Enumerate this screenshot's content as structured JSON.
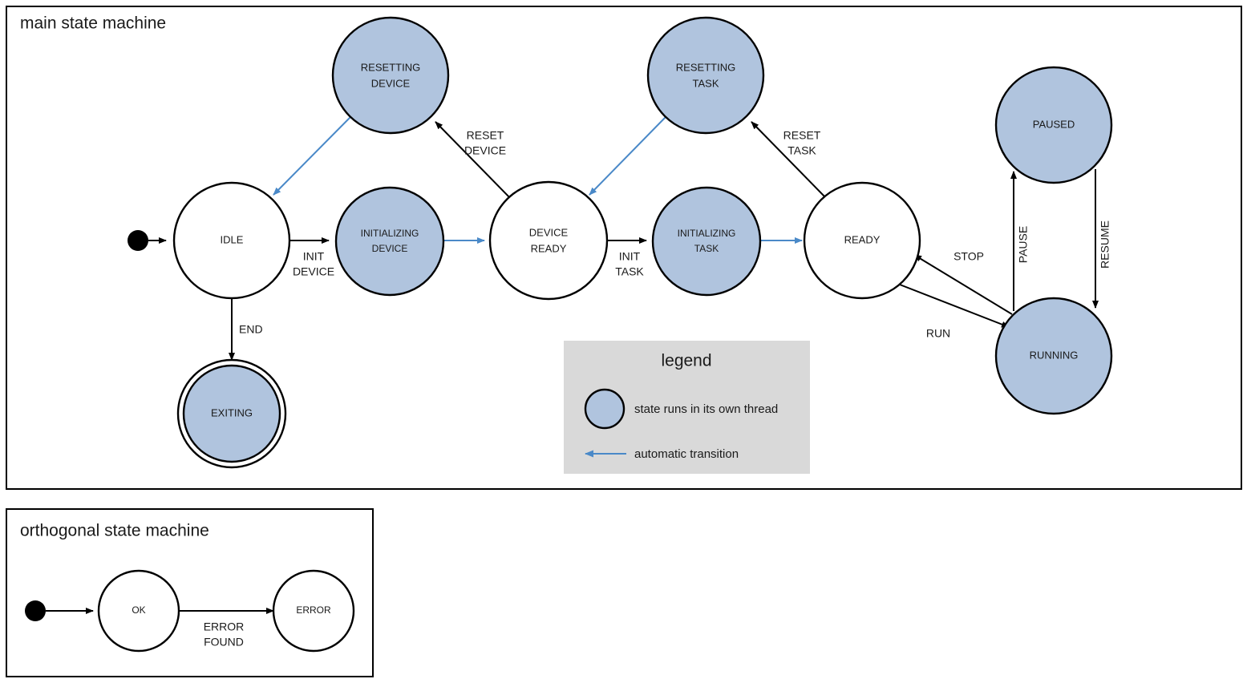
{
  "frames": {
    "main": {
      "title": "main state machine"
    },
    "orthogonal": {
      "title": "orthogonal state machine"
    }
  },
  "legend": {
    "title": "legend",
    "thread_text": "state runs in its own thread",
    "auto_text": "automatic transition",
    "swatch_color": "#b0c4de",
    "auto_arrow_color": "#4a89c8",
    "background": "#d9d9d9"
  },
  "colors": {
    "threaded_state_fill": "#b0c4de",
    "plain_state_fill": "#ffffff",
    "stroke": "#000000",
    "auto_transition": "#4a89c8"
  },
  "main_states": [
    {
      "id": "idle",
      "label_line1": "IDLE",
      "label_line2": "",
      "threaded": false,
      "final": false
    },
    {
      "id": "resetting-device",
      "label_line1": "RESETTING",
      "label_line2": "DEVICE",
      "threaded": true,
      "final": false
    },
    {
      "id": "initializing-device",
      "label_line1": "INITIALIZING",
      "label_line2": "DEVICE",
      "threaded": true,
      "final": false
    },
    {
      "id": "device-ready",
      "label_line1": "DEVICE",
      "label_line2": "READY",
      "threaded": false,
      "final": false
    },
    {
      "id": "resetting-task",
      "label_line1": "RESETTING",
      "label_line2": "TASK",
      "threaded": true,
      "final": false
    },
    {
      "id": "initializing-task",
      "label_line1": "INITIALIZING",
      "label_line2": "TASK",
      "threaded": true,
      "final": false
    },
    {
      "id": "ready",
      "label_line1": "READY",
      "label_line2": "",
      "threaded": false,
      "final": false
    },
    {
      "id": "paused",
      "label_line1": "PAUSED",
      "label_line2": "",
      "threaded": true,
      "final": false
    },
    {
      "id": "running",
      "label_line1": "RUNNING",
      "label_line2": "",
      "threaded": true,
      "final": false
    },
    {
      "id": "exiting",
      "label_line1": "EXITING",
      "label_line2": "",
      "threaded": true,
      "final": true
    }
  ],
  "main_transitions": [
    {
      "id": "init-device",
      "from": "idle",
      "to": "initializing-device",
      "label_line1": "INIT",
      "label_line2": "DEVICE",
      "automatic": false
    },
    {
      "id": "device-ready-auto",
      "from": "initializing-device",
      "to": "device-ready",
      "label_line1": "",
      "label_line2": "",
      "automatic": true
    },
    {
      "id": "reset-device",
      "from": "device-ready",
      "to": "resetting-device",
      "label_line1": "RESET",
      "label_line2": "DEVICE",
      "automatic": false
    },
    {
      "id": "resetting-device-auto",
      "from": "resetting-device",
      "to": "idle",
      "label_line1": "",
      "label_line2": "",
      "automatic": true
    },
    {
      "id": "init-task",
      "from": "device-ready",
      "to": "initializing-task",
      "label_line1": "INIT",
      "label_line2": "TASK",
      "automatic": false
    },
    {
      "id": "ready-auto",
      "from": "initializing-task",
      "to": "ready",
      "label_line1": "",
      "label_line2": "",
      "automatic": true
    },
    {
      "id": "reset-task",
      "from": "ready",
      "to": "resetting-task",
      "label_line1": "RESET",
      "label_line2": "TASK",
      "automatic": false
    },
    {
      "id": "resetting-task-auto",
      "from": "resetting-task",
      "to": "device-ready",
      "label_line1": "",
      "label_line2": "",
      "automatic": true
    },
    {
      "id": "run",
      "from": "ready",
      "to": "running",
      "label_line1": "RUN",
      "label_line2": "",
      "automatic": false
    },
    {
      "id": "stop",
      "from": "running",
      "to": "ready",
      "label_line1": "STOP",
      "label_line2": "",
      "automatic": false
    },
    {
      "id": "pause",
      "from": "running",
      "to": "paused",
      "label_line1": "PAUSE",
      "label_line2": "",
      "automatic": false
    },
    {
      "id": "resume",
      "from": "paused",
      "to": "running",
      "label_line1": "RESUME",
      "label_line2": "",
      "automatic": false
    },
    {
      "id": "end",
      "from": "idle",
      "to": "exiting",
      "label_line1": "END",
      "label_line2": "",
      "automatic": false
    }
  ],
  "orthogonal_states": [
    {
      "id": "ok",
      "label_line1": "OK",
      "threaded": false
    },
    {
      "id": "error",
      "label_line1": "ERROR",
      "threaded": false
    }
  ],
  "orthogonal_transitions": [
    {
      "id": "error-found",
      "from": "ok",
      "to": "error",
      "label_line1": "ERROR",
      "label_line2": "FOUND"
    }
  ]
}
